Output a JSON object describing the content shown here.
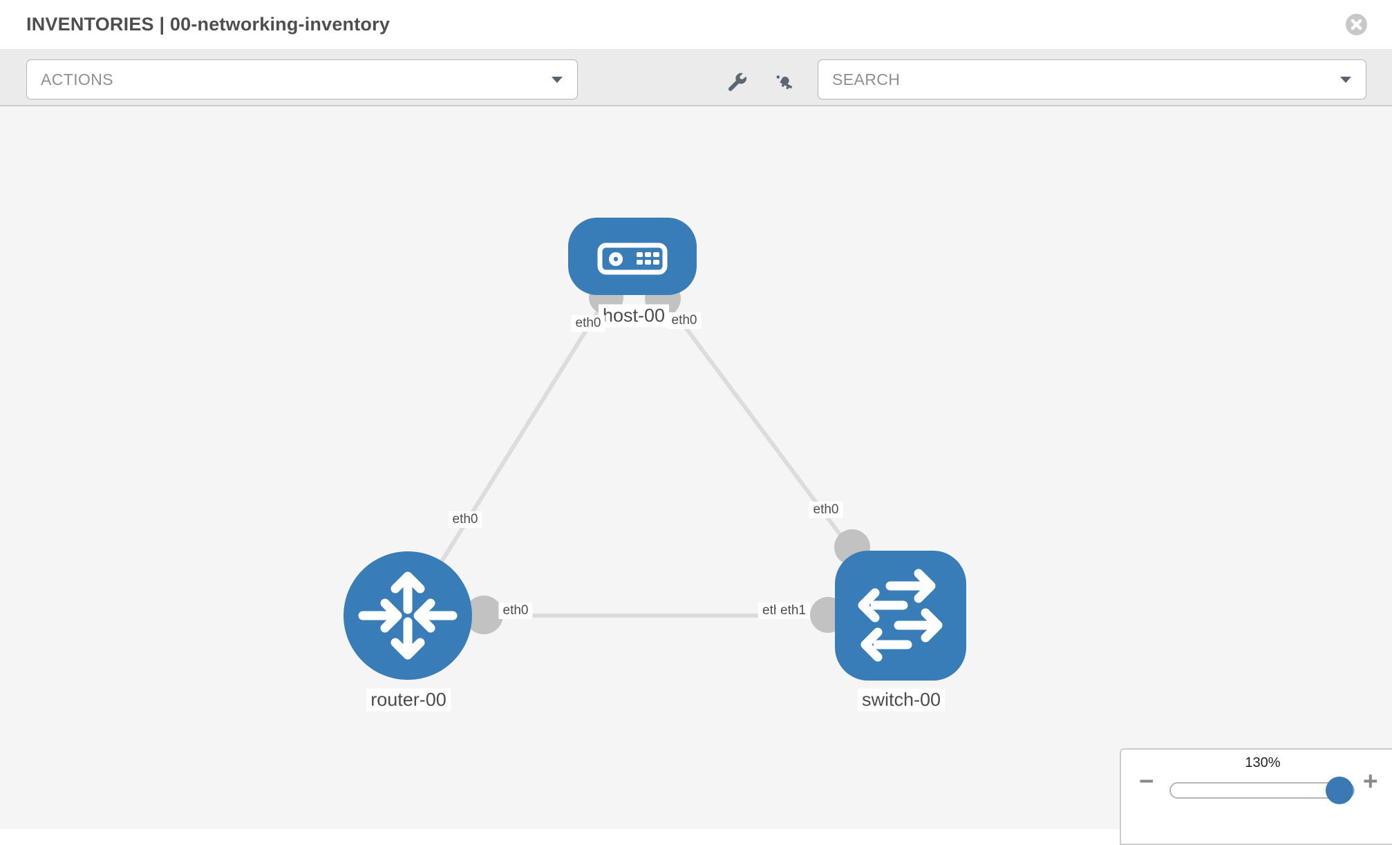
{
  "header": {
    "title": "INVENTORIES | 00-networking-inventory",
    "close_icon": "x-circle"
  },
  "toolbar": {
    "actions": {
      "label": "ACTIONS",
      "caret_icon": "chevron-down"
    },
    "search": {
      "label": "SEARCH",
      "caret_icon": "chevron-down"
    },
    "wrench_icon": "wrench",
    "key_icon": "key"
  },
  "topology": {
    "nodes": [
      {
        "id": "host-00",
        "type": "host",
        "label": "host-00",
        "shape": "rounded-rect",
        "icon": "server"
      },
      {
        "id": "router-00",
        "type": "router",
        "label": "router-00",
        "shape": "circle",
        "icon": "router-arrows"
      },
      {
        "id": "switch-00",
        "type": "switch",
        "label": "switch-00",
        "shape": "rounded-square",
        "icon": "switch-arrows"
      }
    ],
    "links": [
      {
        "from": "host-00",
        "to": "router-00",
        "from_interface": "eth0",
        "to_interface": "eth0"
      },
      {
        "from": "host-00",
        "to": "switch-00",
        "from_interface": "eth0",
        "to_interface": "eth0"
      },
      {
        "from": "router-00",
        "to": "switch-00",
        "from_interface": "eth0",
        "to_interface": "eth1"
      }
    ],
    "interface_labels": [
      {
        "id": "host-left",
        "text": "eth0"
      },
      {
        "id": "host-right",
        "text": "eth0"
      },
      {
        "id": "router-top",
        "text": "eth0"
      },
      {
        "id": "switch-top",
        "text": "eth0"
      },
      {
        "id": "router-right",
        "text": "eth0"
      },
      {
        "id": "switch-left-back",
        "text": "eth1"
      },
      {
        "id": "switch-left-front",
        "text": "eth1"
      }
    ]
  },
  "zoom_control": {
    "value": "130%",
    "minus_label": "−",
    "plus_label": "+",
    "handle_position_pct": 65
  },
  "colors": {
    "node_blue": "#387cb8",
    "link_gray": "#dcdcdc",
    "connector_gray": "#c2c2c2",
    "canvas_bg": "#f5f5f5",
    "toolbar_bg": "#ebebeb",
    "slider_handle_blue": "#3a79b3",
    "text_dark": "#4e4e4e",
    "placeholder_gray": "#8f8f8f"
  }
}
